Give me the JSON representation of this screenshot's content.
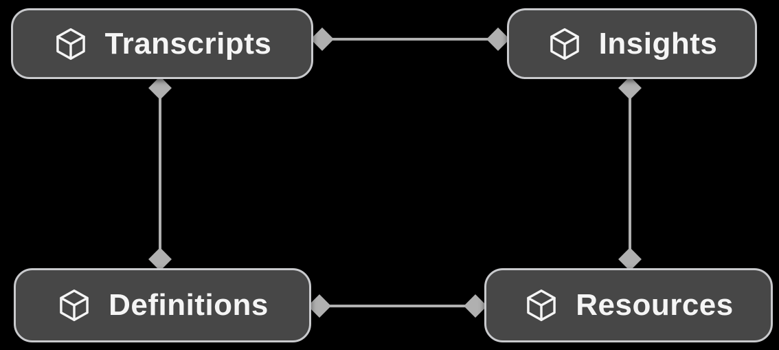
{
  "diagram": {
    "type": "graph",
    "background": "#000000",
    "nodes": [
      {
        "id": "transcripts",
        "label": "Transcripts",
        "icon": "cube-icon"
      },
      {
        "id": "insights",
        "label": "Insights",
        "icon": "cube-icon"
      },
      {
        "id": "definitions",
        "label": "Definitions",
        "icon": "cube-icon"
      },
      {
        "id": "resources",
        "label": "Resources",
        "icon": "cube-icon"
      }
    ],
    "edges": [
      {
        "from": "transcripts",
        "to": "insights",
        "endpoints": "diamond-both"
      },
      {
        "from": "transcripts",
        "to": "definitions",
        "endpoints": "diamond-both"
      },
      {
        "from": "insights",
        "to": "resources",
        "endpoints": "diamond-both"
      },
      {
        "from": "definitions",
        "to": "resources",
        "endpoints": "diamond-both"
      }
    ],
    "colors": {
      "background": "#000000",
      "node_fill": "#474747",
      "node_border": "#c9cacd",
      "node_text": "#f5f5f5",
      "edge": "#b0b0b0"
    }
  }
}
